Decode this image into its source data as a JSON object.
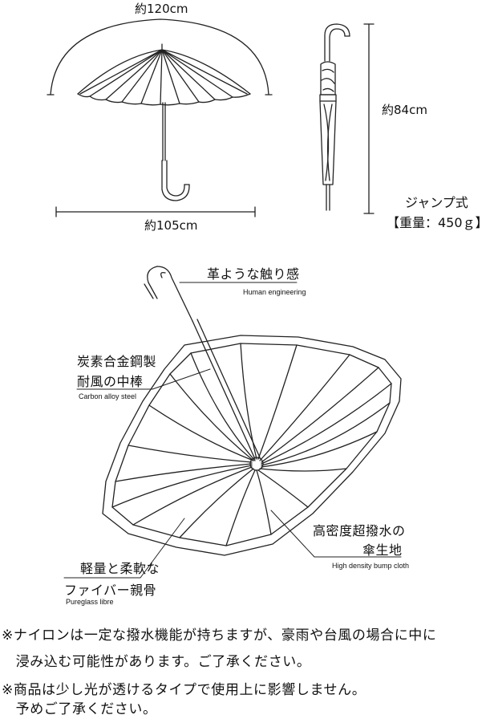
{
  "dimensions": {
    "width_label": "約120cm",
    "spread_label": "約105cm",
    "length_label": "約84cm"
  },
  "spec": {
    "type": "ジャンプ式",
    "weight": "【重量：450ｇ】"
  },
  "features": {
    "handle_jp": "革ような触り感",
    "handle_en": "Human engineering",
    "shaft_jp_1": "炭素合金鋼製",
    "shaft_jp_2": "耐風の中棒",
    "shaft_en": "Carbon alloy steel",
    "canopy_jp_1": "高密度超撥水の",
    "canopy_jp_2": "傘生地",
    "canopy_en": "High density bump cloth",
    "ribs_jp_1": "軽量と柔軟な",
    "ribs_jp_2": "ファイバー親骨",
    "ribs_en": "Pureglass libre"
  },
  "notes": [
    "※ナイロンは一定な撥水機能が持ちますが、豪雨や台風の場合に中に",
    "　浸み込む可能性があります。ご了承ください。",
    "※商品は少し光が透けるタイプで使用上に影響しません。",
    "　予めご了承ください。"
  ]
}
